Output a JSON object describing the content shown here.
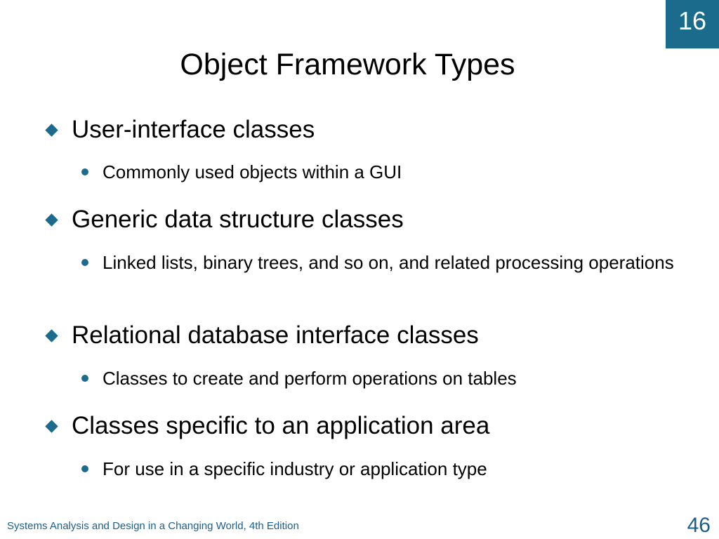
{
  "chapter_badge": "16",
  "title": "Object Framework Types",
  "bullets": [
    {
      "text": "User-interface classes",
      "sub": "Commonly used objects within a GUI"
    },
    {
      "text": "Generic data structure classes",
      "sub": "Linked lists, binary trees, and so on, and related processing operations"
    },
    {
      "text": "Relational database interface classes",
      "sub": "Classes to create and perform operations on tables"
    },
    {
      "text": "Classes specific to an application area",
      "sub": "For use in a specific industry or application type"
    }
  ],
  "footer": {
    "text": "Systems Analysis and Design in a Changing World, 4th Edition",
    "page_number": "46"
  },
  "colors": {
    "accent": "#1a6b8c",
    "footer_text": "#1a5f8c",
    "background": "#ffffff"
  },
  "icons": {
    "main_bullet": "diamond-bullet-icon",
    "sub_bullet": "dot-bullet-icon"
  }
}
